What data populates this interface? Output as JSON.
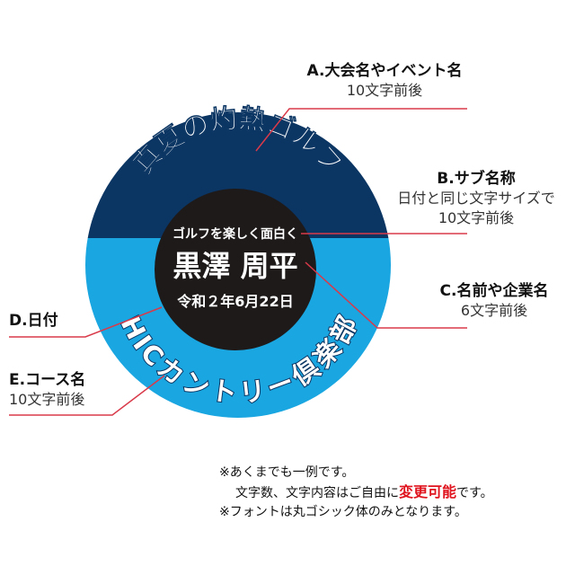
{
  "badge": {
    "top_color": "#0b3563",
    "bottom_color": "#1aa6e0",
    "center_color": "#1e1a1a",
    "event_name": "真夏の灼熱ゴルフ",
    "course_name": "HICカントリー倶楽部",
    "sub_name": "ゴルフを楽しく面白く",
    "person_name": "黒澤 周平",
    "date": "令和２年6月22日"
  },
  "labels": {
    "a": {
      "title": "A.大会名やイベント名",
      "sub": "10文字前後"
    },
    "b": {
      "title": "B.サブ名称",
      "sub1": "日付と同じ文字サイズで",
      "sub2": "10文字前後"
    },
    "c": {
      "title": "C.名前や企業名",
      "sub": "6文字前後"
    },
    "d": {
      "title": "D.日付"
    },
    "e": {
      "title": "E.コース名",
      "sub": "10文字前後"
    }
  },
  "leader_color": "#d93a4a",
  "notes": {
    "line1": "※あくまでも一例です。",
    "line2_a": "文字数、文字内容はご自由に",
    "line2_red": "変更可能",
    "line2_b": "です。",
    "line3": "※フォントは丸ゴシック体のみとなります。"
  }
}
